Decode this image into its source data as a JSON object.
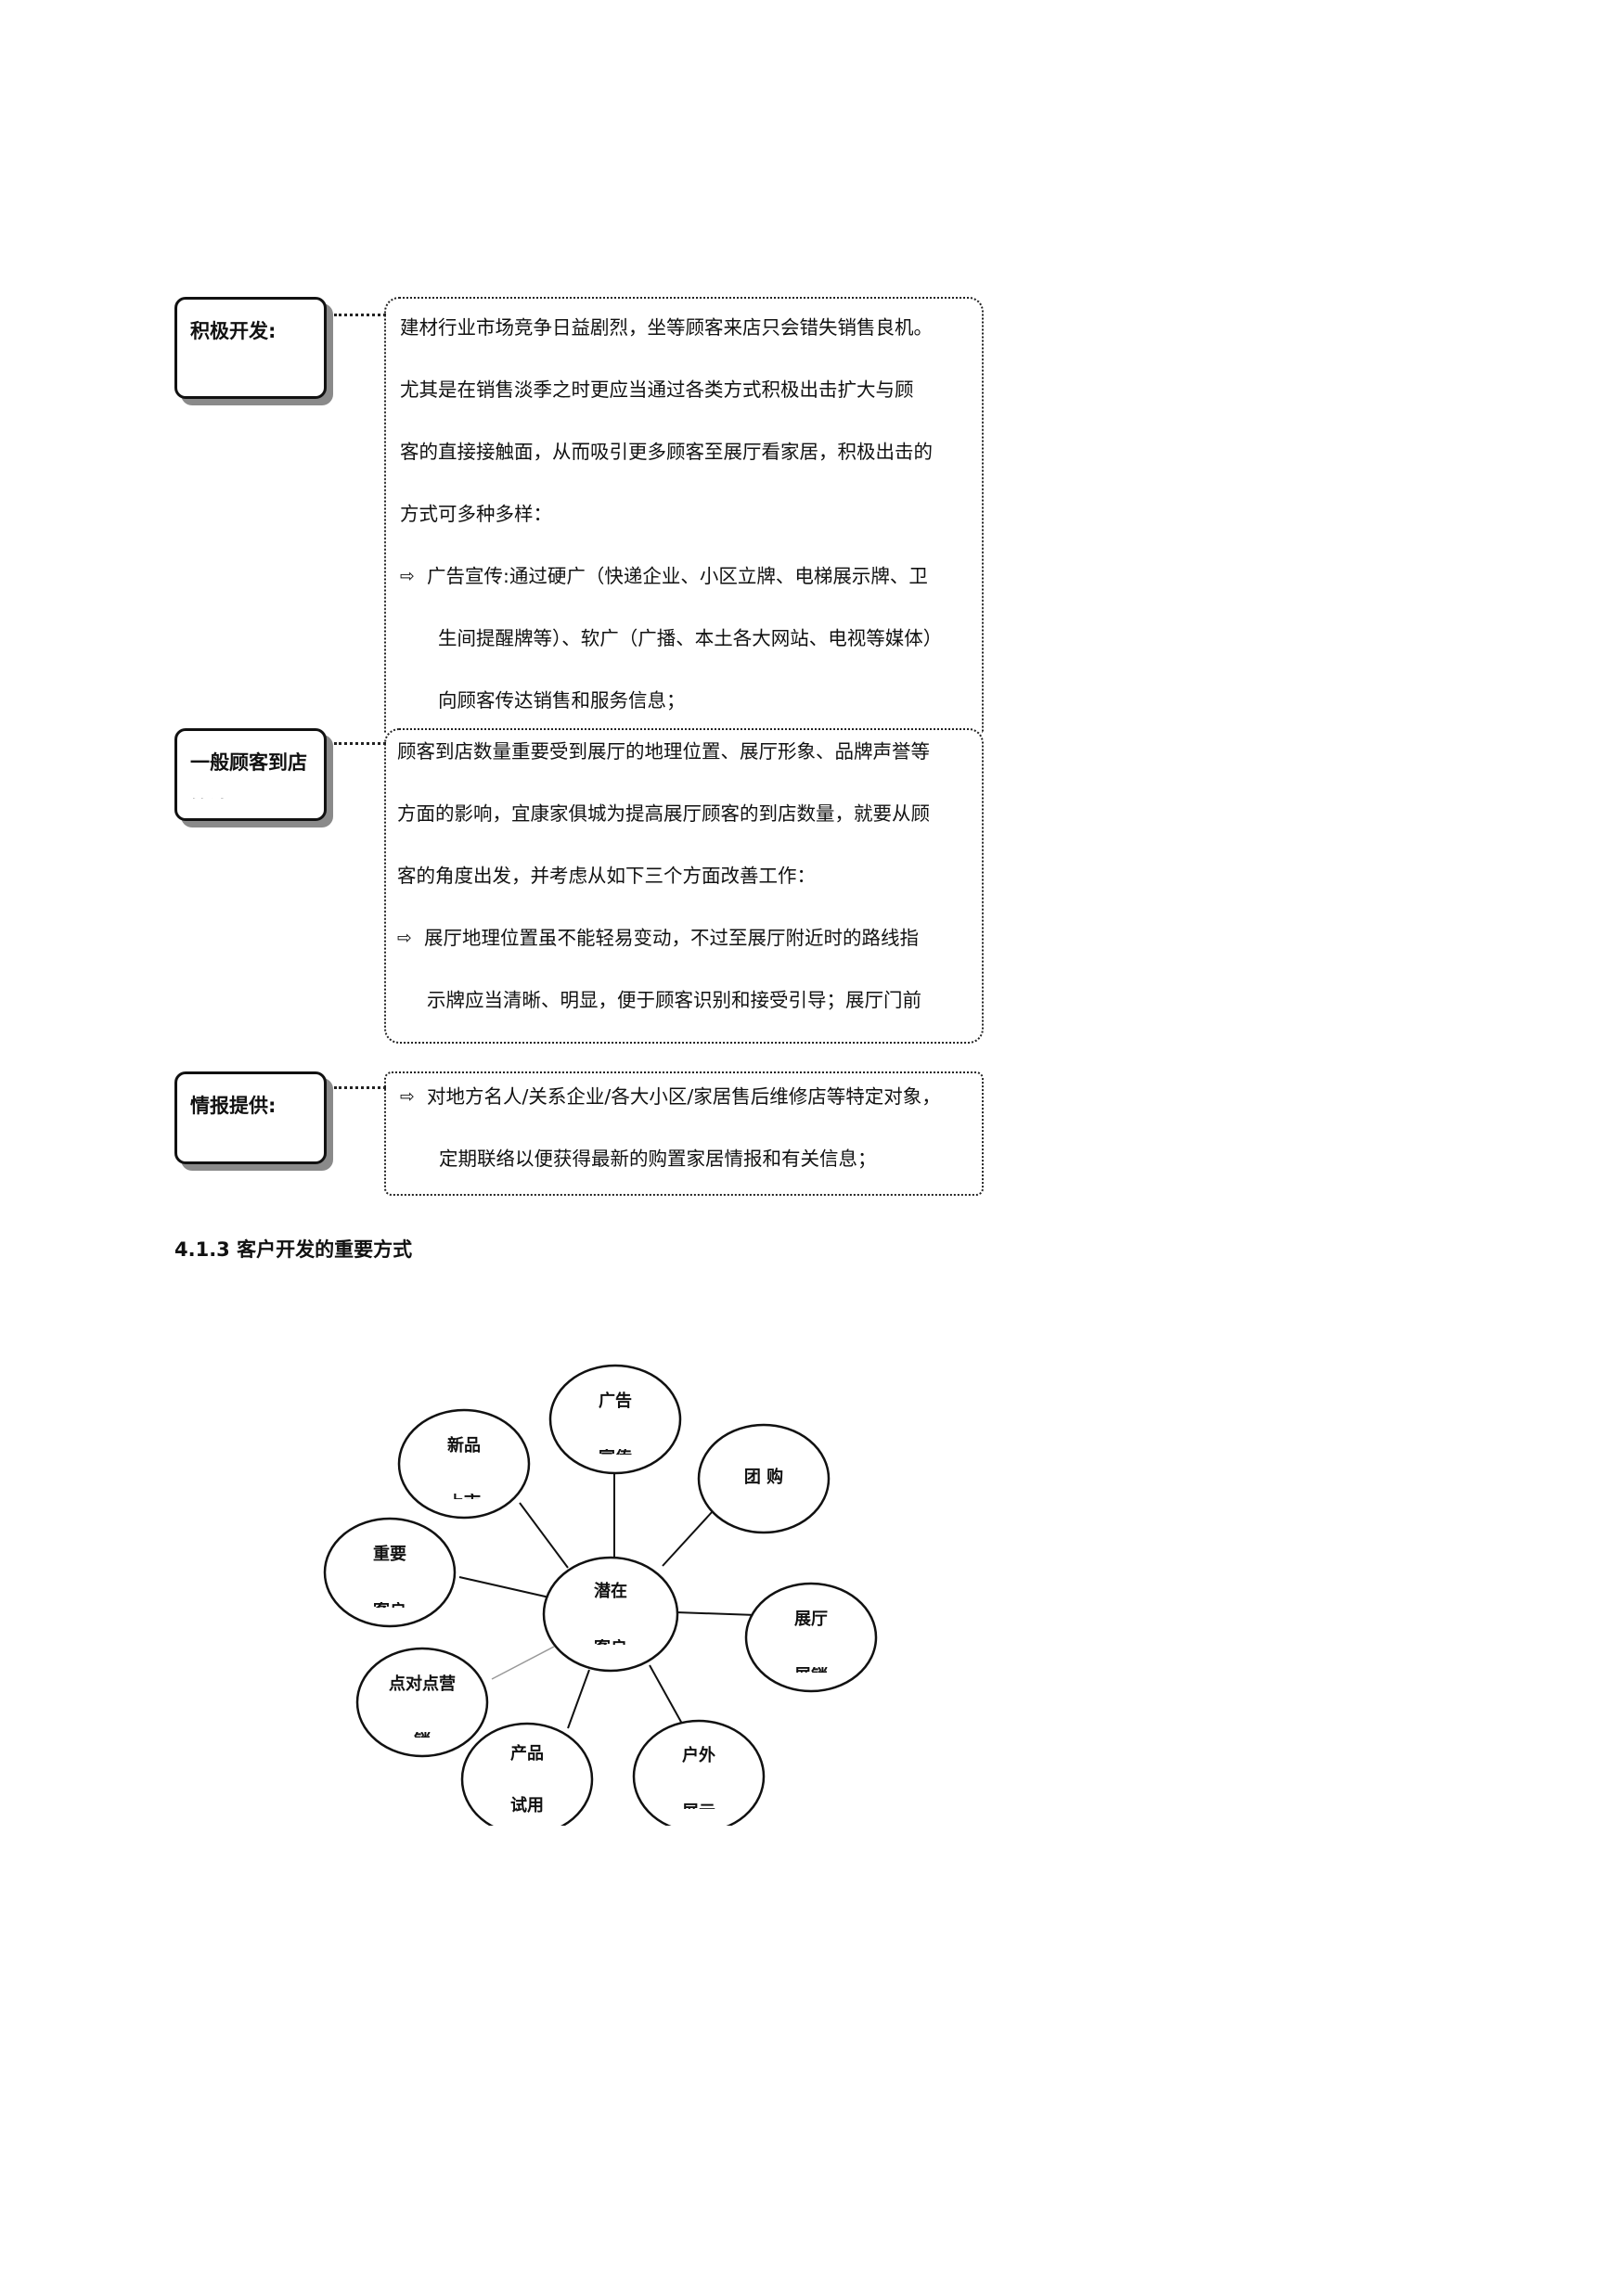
{
  "sections": [
    {
      "label_lines": [
        "积极开发:"
      ],
      "paragraph": [
        "建材行业市场竞争日益剧烈，坐等顾客来店只会错失销售良机。",
        "尤其是在销售淡季之时更应当通过各类方式积极出击扩大与顾",
        "客的直接接触面，从而吸引更多顾客至展厅看家居，积极出击的",
        "方式可多种多样："
      ],
      "bullet": {
        "arrow": "⇨",
        "lines": [
          "广告宣传:通过硬广（快递企业、小区立牌、电梯展示牌、卫",
          "生间提醒牌等）、软广（广播、本土各大网站、电视等媒体）",
          "向顾客传达销售和服务信息；"
        ]
      }
    },
    {
      "label_lines": [
        "一般顾客到店",
        "管法"
      ],
      "paragraph": [
        "顾客到店数量重要受到展厅的地理位置、展厅形象、品牌声誉等",
        "方面的影响，宜康家俱城为提高展厅顾客的到店数量，就要从顾",
        "客的角度出发，并考虑从如下三个方面改善工作："
      ],
      "bullet": {
        "arrow": "⇨",
        "lines": [
          "展厅地理位置虽不能轻易变动，不过至展厅附近时的路线指",
          "示牌应当清晰、明显，便于顾客识别和接受引导；展厅门前"
        ]
      }
    },
    {
      "label_lines": [
        "情报提供:"
      ],
      "bullet": {
        "arrow": "⇨",
        "lines": [
          "对地方名人/关系企业/各大小区/家居售后维修店等特定对象，",
          "定期联络以便获得最新的购置家居情报和有关信息；"
        ]
      }
    }
  ],
  "section_heading": "4.1.3 客户开发的重要方式",
  "diagram": {
    "center": {
      "line1": "潜在",
      "line2": "客户"
    },
    "nodes": [
      {
        "id": "ad",
        "line1": "广告",
        "line2": "宣传"
      },
      {
        "id": "new",
        "line1": "新品",
        "line2": "上市"
      },
      {
        "id": "group",
        "line1": "团 购",
        "line2": ""
      },
      {
        "id": "key",
        "line1": "重要",
        "line2": "客户"
      },
      {
        "id": "show",
        "line1": "展厅",
        "line2": "展销"
      },
      {
        "id": "p2p",
        "line1": "点对点营",
        "line2": "销"
      },
      {
        "id": "trial",
        "line1": "产品",
        "line2": "试用"
      },
      {
        "id": "outdoor",
        "line1": "户外",
        "line2": "展示"
      }
    ]
  }
}
